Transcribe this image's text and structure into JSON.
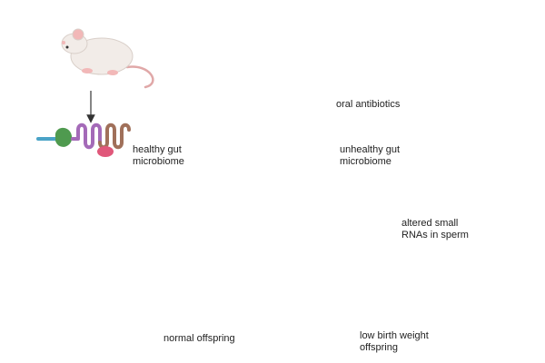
{
  "labels": {
    "antibiotics": "oral antibiotics",
    "healthy_gut_1": "healthy gut",
    "healthy_gut_2": "microbiome",
    "unhealthy_gut_1": "unhealthy gut",
    "unhealthy_gut_2": "microbiome",
    "altered_1": "altered small",
    "altered_2": "RNAs in sperm",
    "normal_offspring": "normal offspring",
    "low_weight_1": "low birth weight",
    "low_weight_2": "offspring"
  },
  "colors": {
    "mouse_body": "#f2ece8",
    "mouse_shade": "#d9cfc9",
    "mouse_ear": "#f2b8b8",
    "mouse_tail": "#e0a8a8",
    "arrow": "#333333",
    "gut_healthy_green": "#4f9a4f",
    "gut_healthy_blue": "#4aa3c7",
    "gut_healthy_purple": "#a46ab8",
    "gut_healthy_brown": "#a0705a",
    "gut_healthy_pink": "#e0577a",
    "gut_unhealthy": "#3a3a3a",
    "sperm_tail": "#7fc3d8",
    "sperm_head": "#6a3f8f",
    "rna_green": "#3f9e4a",
    "rna_red": "#d8453a",
    "rna_blue": "#2b64b3",
    "rna_purple": "#9b4fb0",
    "rna_orange": "#d9902a",
    "capsule_blue": "#5fb3e0"
  }
}
